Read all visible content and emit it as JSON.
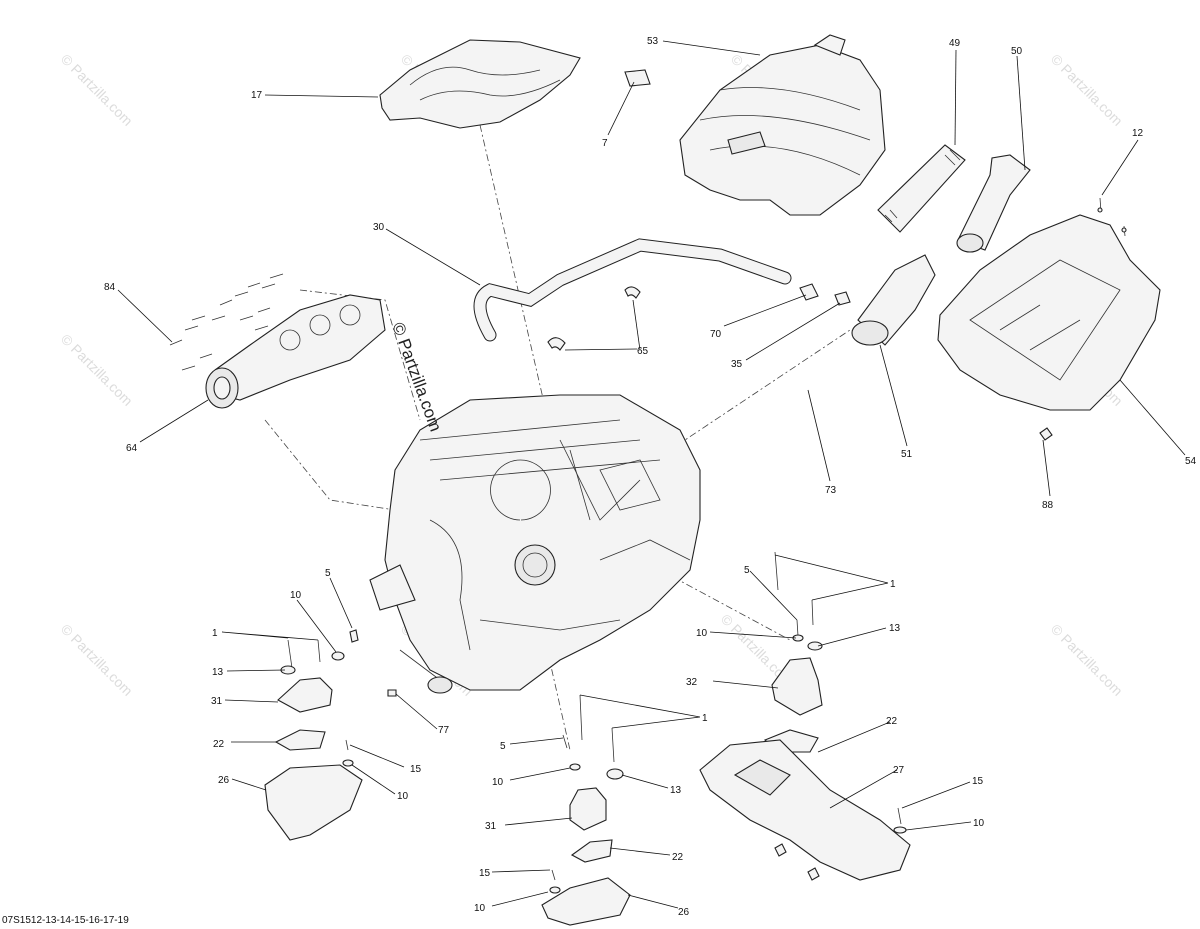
{
  "drawing_code": "07S1512-13-14-15-16-17-19",
  "watermark": "© Partzilla.com",
  "callouts": [
    {
      "id": "c17",
      "text": "17"
    },
    {
      "id": "c7",
      "text": "7"
    },
    {
      "id": "c53",
      "text": "53"
    },
    {
      "id": "c49",
      "text": "49"
    },
    {
      "id": "c50",
      "text": "50"
    },
    {
      "id": "c12",
      "text": "12"
    },
    {
      "id": "c30",
      "text": "30"
    },
    {
      "id": "c84",
      "text": "84"
    },
    {
      "id": "c65",
      "text": "65"
    },
    {
      "id": "c70",
      "text": "70"
    },
    {
      "id": "c35",
      "text": "35"
    },
    {
      "id": "c64",
      "text": "64"
    },
    {
      "id": "c51",
      "text": "51"
    },
    {
      "id": "c73",
      "text": "73"
    },
    {
      "id": "c54",
      "text": "54"
    },
    {
      "id": "c88",
      "text": "88"
    },
    {
      "id": "c5a",
      "text": "5"
    },
    {
      "id": "c10a",
      "text": "10"
    },
    {
      "id": "c1a",
      "text": "1"
    },
    {
      "id": "c13a",
      "text": "13"
    },
    {
      "id": "c31a",
      "text": "31"
    },
    {
      "id": "c22a",
      "text": "22"
    },
    {
      "id": "c26a",
      "text": "26"
    },
    {
      "id": "c15a",
      "text": "15"
    },
    {
      "id": "c10b",
      "text": "10"
    },
    {
      "id": "c77",
      "text": "77"
    },
    {
      "id": "c5b",
      "text": "5"
    },
    {
      "id": "c1b",
      "text": "1"
    },
    {
      "id": "c10c",
      "text": "10"
    },
    {
      "id": "c13b",
      "text": "13"
    },
    {
      "id": "c32",
      "text": "32"
    },
    {
      "id": "c22b",
      "text": "22"
    },
    {
      "id": "c27",
      "text": "27"
    },
    {
      "id": "c15b",
      "text": "15"
    },
    {
      "id": "c10d",
      "text": "10"
    },
    {
      "id": "c5c",
      "text": "5"
    },
    {
      "id": "c1c",
      "text": "1"
    },
    {
      "id": "c10e",
      "text": "10"
    },
    {
      "id": "c13c",
      "text": "13"
    },
    {
      "id": "c31b",
      "text": "31"
    },
    {
      "id": "c22c",
      "text": "22"
    },
    {
      "id": "c15c",
      "text": "15"
    },
    {
      "id": "c10f",
      "text": "10"
    },
    {
      "id": "c26b",
      "text": "26"
    }
  ]
}
